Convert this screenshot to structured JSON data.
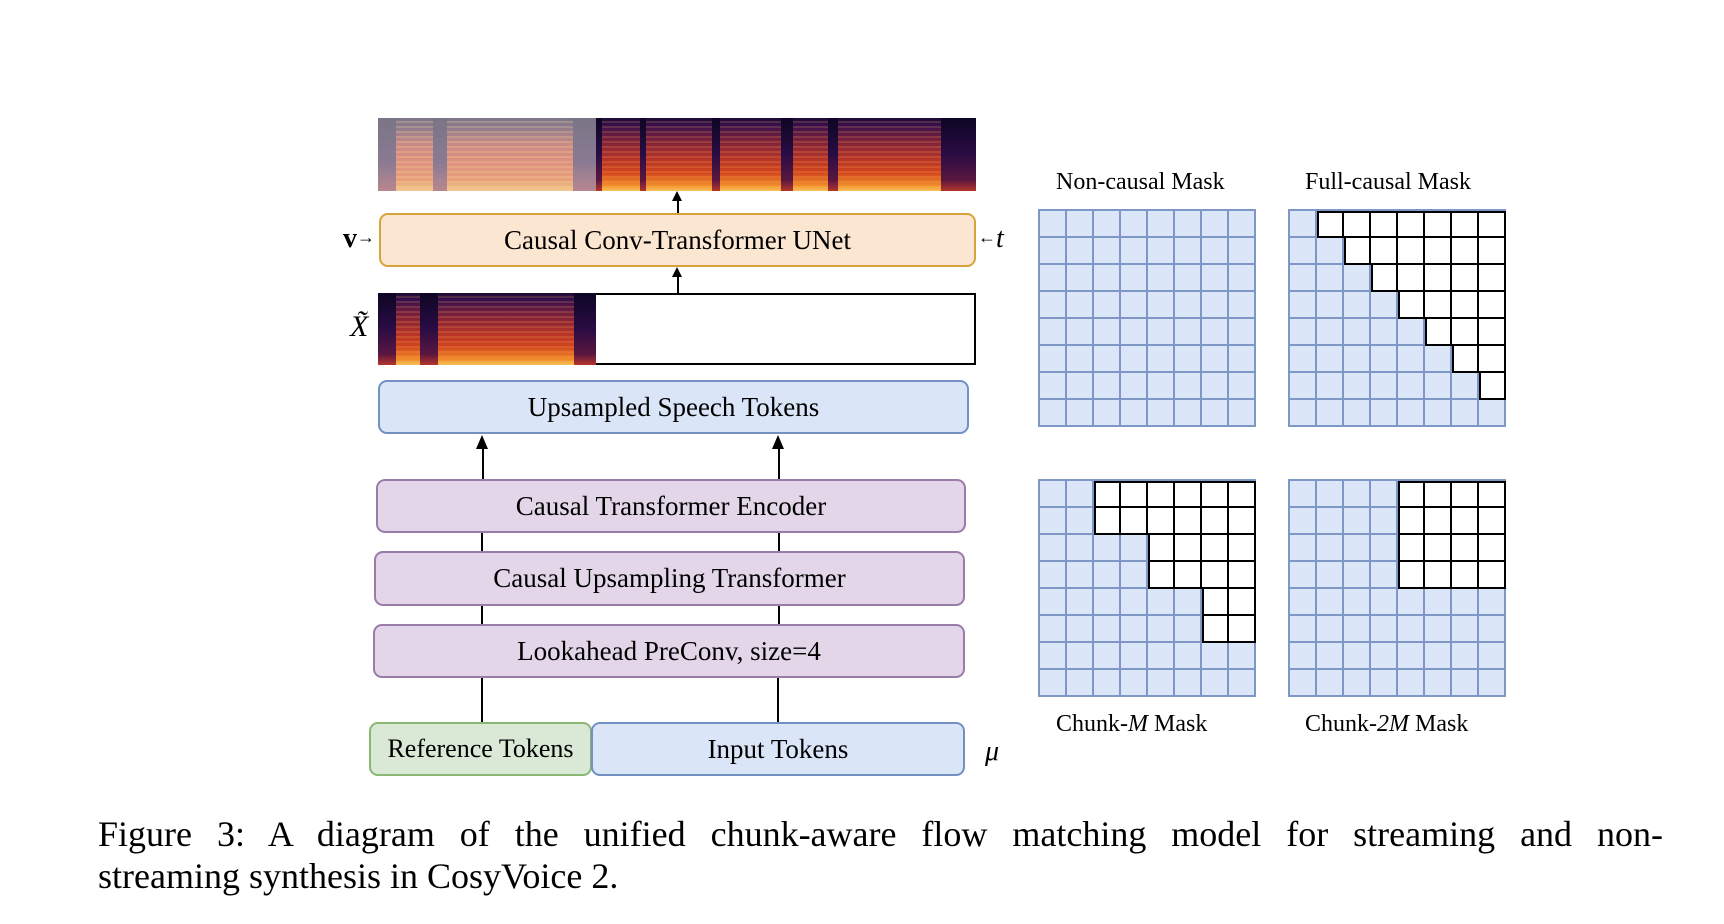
{
  "diagram": {
    "output_spectrogram": "mel-spectrogram (prompt region faded, generated region dark)",
    "unet_label": "Causal Conv-Transformer UNet",
    "unet_input_left": "v",
    "unet_input_right": "t",
    "masked_input_symbol": "X̃",
    "upsampled_label": "Upsampled Speech Tokens",
    "encoder_label": "Causal Transformer Encoder",
    "upsampling_label": "Causal Upsampling Transformer",
    "preconv_label": "Lookahead PreConv, size=4",
    "reference_tokens_label": "Reference Tokens",
    "input_tokens_label": "Input Tokens",
    "token_symbol": "μ"
  },
  "masks": [
    {
      "title": "Non-causal Mask",
      "title_prefix": "Non-causal",
      "title_italic": "",
      "title_suffix": " Mask",
      "type": "noncausal"
    },
    {
      "title": "Full-causal Mask",
      "title_prefix": "Full-causal",
      "title_italic": "",
      "title_suffix": " Mask",
      "type": "fullcausal"
    },
    {
      "title": "Chunk-M Mask",
      "title_prefix": "Chunk-",
      "title_italic": "M",
      "title_suffix": " Mask",
      "type": "chunk",
      "chunk": 2
    },
    {
      "title": "Chunk-2M Mask",
      "title_prefix": "Chunk-",
      "title_italic": "2M",
      "title_suffix": " Mask",
      "type": "chunk",
      "chunk": 4
    }
  ],
  "mask_size": 8,
  "colors": {
    "unet_fill": "#fbe6d2",
    "token_blue_fill": "#dae6f8",
    "encoder_purple_fill": "#e2d6e8",
    "reference_green_fill": "#d9e9d6",
    "mask_visible": "#dbe6f8",
    "mask_hidden": "#ffffff"
  },
  "caption": {
    "line1": "Figure 3:  A diagram of the unified chunk-aware flow matching model for streaming and non-",
    "line2": "streaming synthesis in CosyVoice 2."
  }
}
